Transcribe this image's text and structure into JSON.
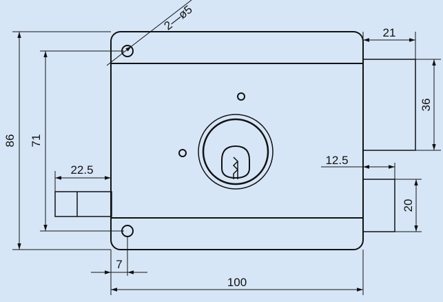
{
  "drawing": {
    "background": "#d6e6f6",
    "ink": "#111111",
    "body_fill": "#f4f4f4",
    "dimensions": {
      "hole_spec": "2—ø5",
      "overall_width": "100",
      "overall_height": "86",
      "hole_spacing": "71",
      "latch_projection": "21",
      "latch_height": "36",
      "bolt_offset": "12.5",
      "bolt_height": "20",
      "left_projection": "22.5",
      "hole_edge_offset": "7"
    }
  }
}
